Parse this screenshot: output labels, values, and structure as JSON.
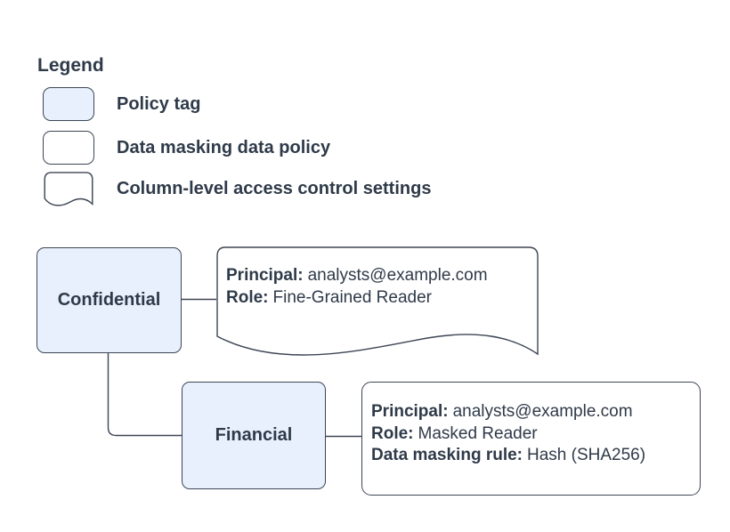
{
  "colors": {
    "policy_tag_fill": "#e8f0fe",
    "shape_border": "#3d4654",
    "text": "#2f3a49",
    "background": "#ffffff"
  },
  "legend": {
    "title": "Legend",
    "items": [
      {
        "swatch": "policy-tag",
        "label": "Policy tag"
      },
      {
        "swatch": "data-masking-data-policy",
        "label": "Data masking data policy"
      },
      {
        "swatch": "column-level-access-control",
        "label": "Column-level access control settings"
      }
    ]
  },
  "diagram": {
    "policy_tags": [
      {
        "id": "confidential",
        "label": "Confidential"
      },
      {
        "id": "financial",
        "label": "Financial"
      }
    ],
    "access_settings": {
      "shape": "document",
      "lines": [
        {
          "label": "Principal:",
          "value": "analysts@example.com"
        },
        {
          "label": "Role:",
          "value": "Fine-Grained Reader"
        }
      ]
    },
    "data_policy": {
      "shape": "rounded-rectangle",
      "lines": [
        {
          "label": "Principal:",
          "value": "analysts@example.com"
        },
        {
          "label": "Role:",
          "value": "Masked Reader"
        },
        {
          "label": "Data masking rule:",
          "value": "Hash (SHA256)"
        }
      ]
    }
  }
}
